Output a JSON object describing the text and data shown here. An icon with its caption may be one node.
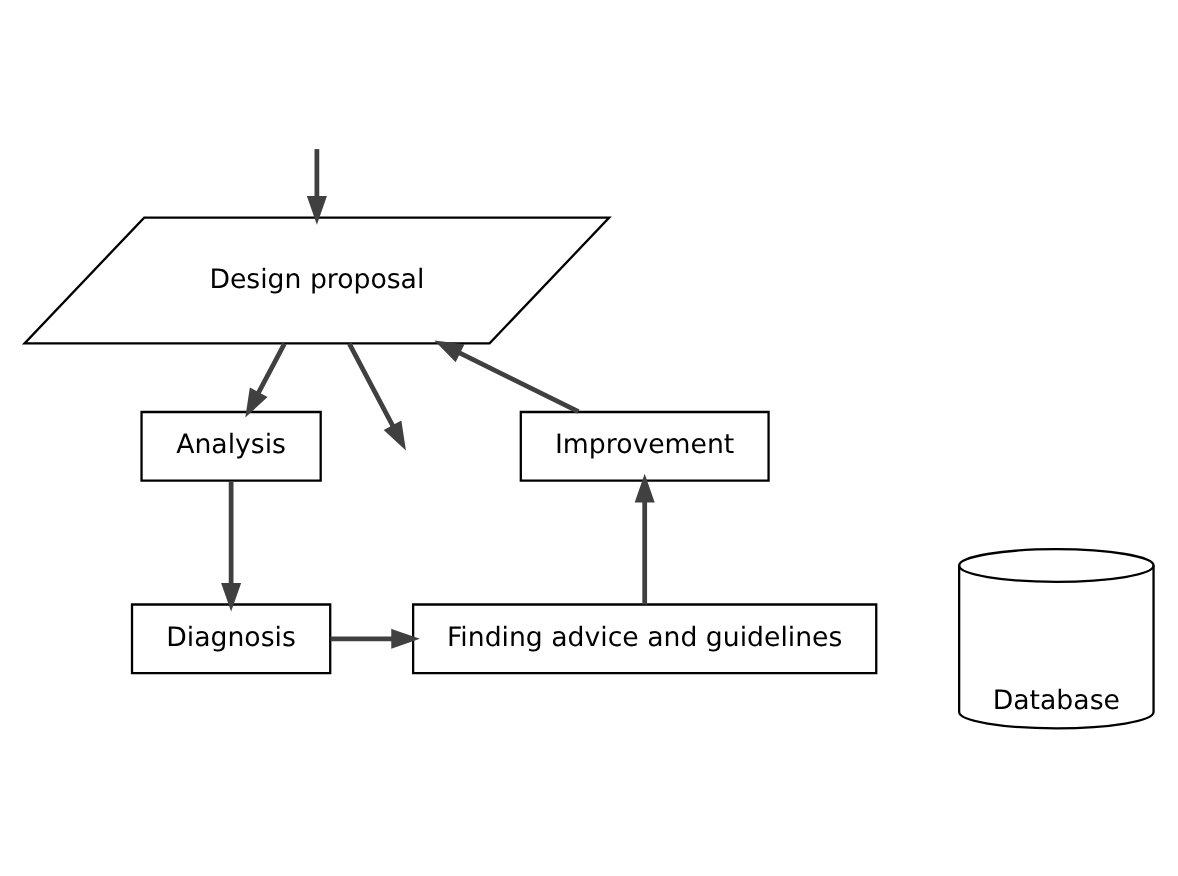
{
  "diagram": {
    "nodes": [
      {
        "text": [
          "Design proposal"
        ]
      },
      {
        "text": [
          "Analysis"
        ]
      },
      {
        "text": [
          "Improvement"
        ]
      },
      {
        "text": [
          "Diagnosis"
        ]
      },
      {
        "text": [
          "Finding advice and guidelines"
        ]
      },
      {
        "text": [
          "Database"
        ]
      }
    ],
    "edges": [
      {
        "from": 0,
        "to": null,
        "arrow": "to"
      },
      {
        "from": null,
        "to": 0,
        "arrow": "to"
      },
      {
        "from": 0,
        "to": 1,
        "arrow": "to"
      },
      {
        "from": 1,
        "to": 3,
        "arrow": "to"
      },
      {
        "from": 3,
        "to": 4,
        "arrow": "to"
      },
      {
        "from": 4,
        "to": 2,
        "arrow": "to"
      },
      {
        "from": 2,
        "to": 0,
        "arrow": "to"
      }
    ]
  }
}
